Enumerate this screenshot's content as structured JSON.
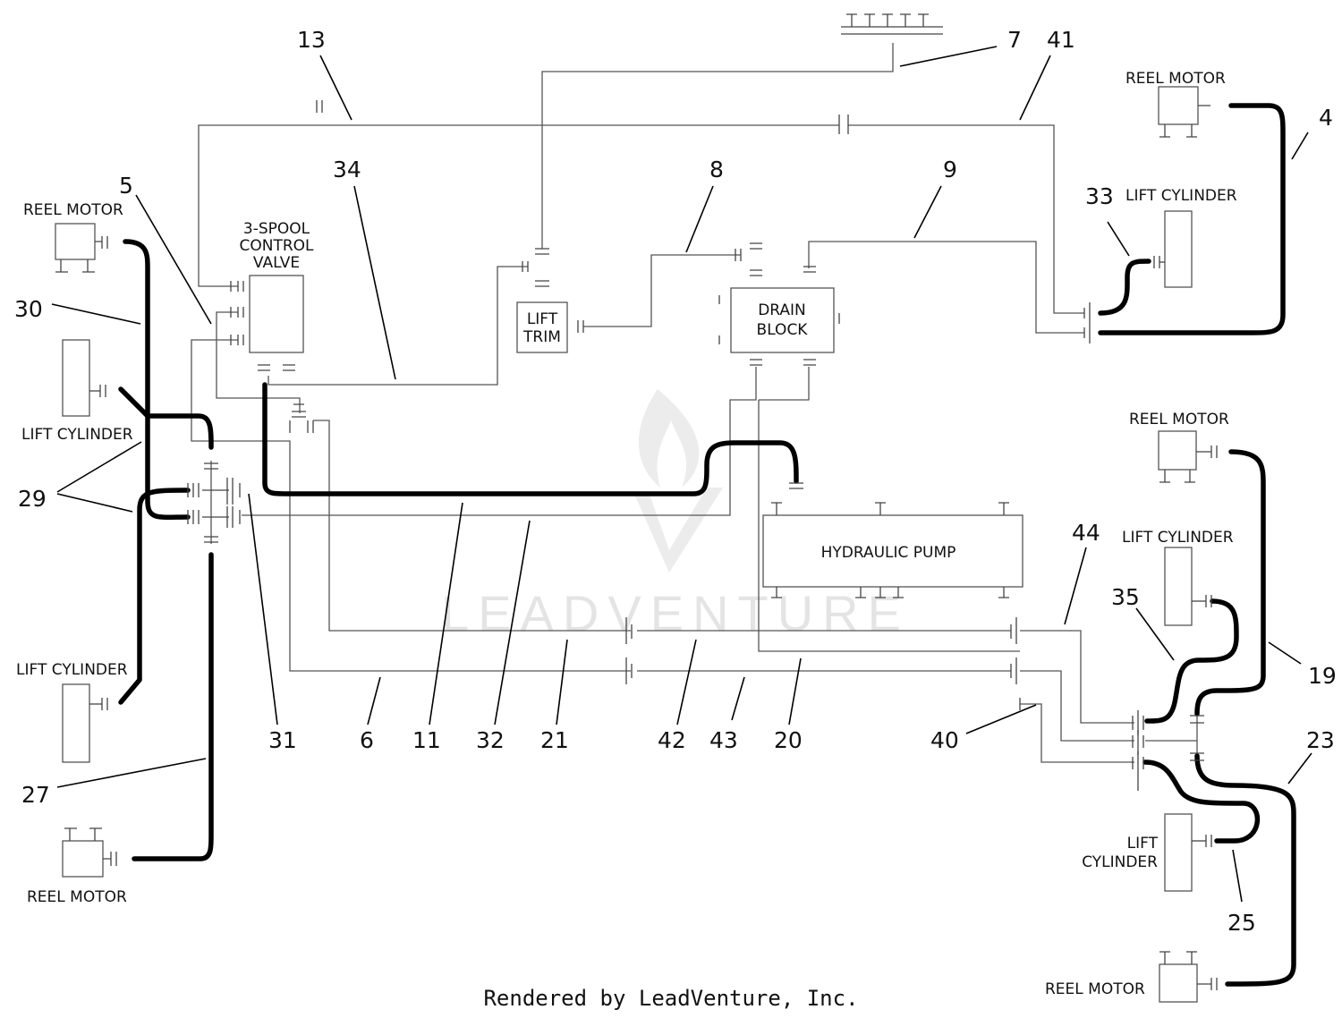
{
  "title": "",
  "components": {
    "reel_motor": "REEL MOTOR",
    "lift_cylinder": "LIFT CYLINDER",
    "lift_cylinder_line1": "LIFT",
    "lift_cylinder_line2": "CYLINDER",
    "control_valve_line1": "3-SPOOL",
    "control_valve_line2": "CONTROL",
    "control_valve_line3": "VALVE",
    "lift_trim_line1": "LIFT",
    "lift_trim_line2": "TRIM",
    "drain_block_line1": "DRAIN",
    "drain_block_line2": "BLOCK",
    "hydraulic_pump": "HYDRAULIC PUMP"
  },
  "callouts": {
    "c4": "4",
    "c5": "5",
    "c6": "6",
    "c7": "7",
    "c8": "8",
    "c9": "9",
    "c11": "11",
    "c13": "13",
    "c19": "19",
    "c20": "20",
    "c21": "21",
    "c23": "23",
    "c25": "25",
    "c27": "27",
    "c29": "29",
    "c30": "30",
    "c31": "31",
    "c32": "32",
    "c33": "33",
    "c34": "34",
    "c35": "35",
    "c40": "40",
    "c41": "41",
    "c42": "42",
    "c43": "43",
    "c44": "44"
  },
  "watermark": "LEADVENTURE",
  "footer": "Rendered by LeadVenture, Inc."
}
